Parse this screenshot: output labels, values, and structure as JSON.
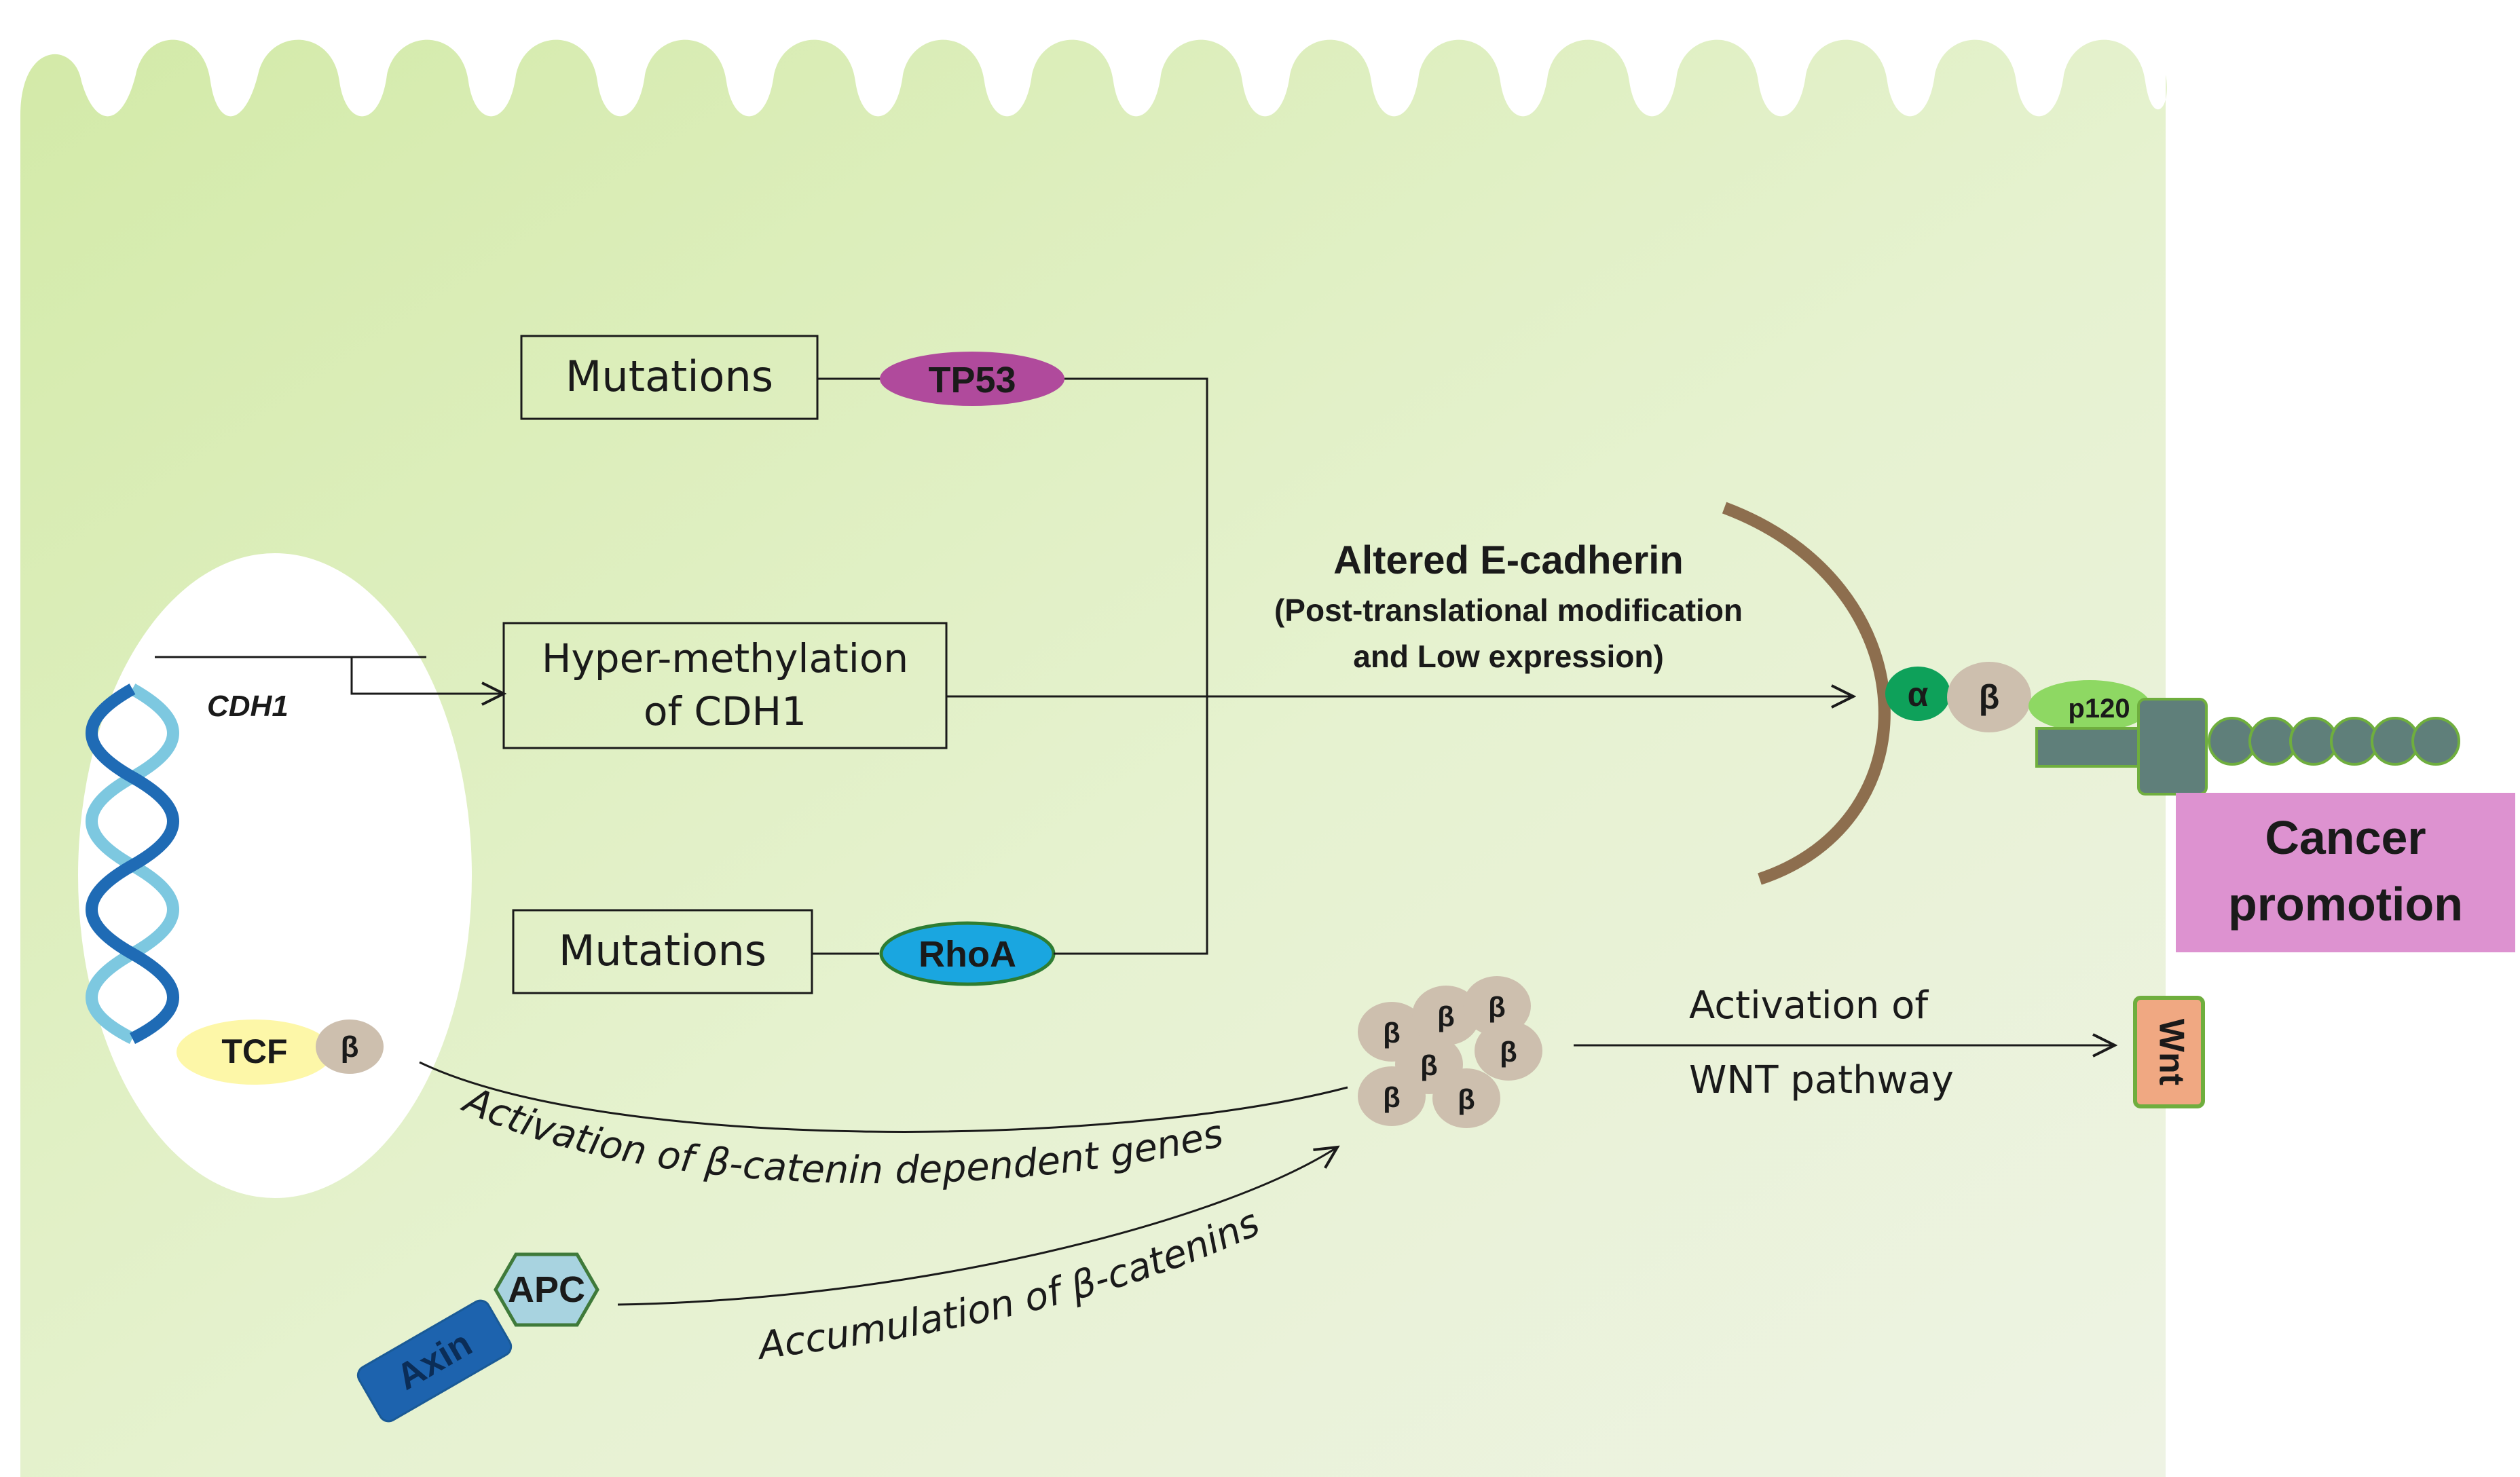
{
  "boxes": {
    "mutations_tp53": "Mutations",
    "hypermethylation_line1": "Hyper-methylation",
    "hypermethylation_line2": "of CDH1",
    "mutations_rhoa": "Mutations"
  },
  "proteins": {
    "tp53": "TP53",
    "rhoa": "RhoA",
    "tcf": "TCF",
    "beta": "β",
    "alpha": "α",
    "p120": "p120",
    "apc": "APC",
    "axin": "Axin",
    "wnt": "Wnt"
  },
  "gene": {
    "cdh1": "CDH1"
  },
  "labels": {
    "altered_title": "Altered E-cadherin",
    "altered_sub1": "(Post-translational modification",
    "altered_sub2": "and Low expression)",
    "activation_wnt_line1": "Activation of",
    "activation_wnt_line2": "WNT pathway",
    "activation_genes": "Activation of β-catenin dependent genes",
    "accumulation": "Accumulation of β-catenins",
    "cancer_line1": "Cancer",
    "cancer_line2": "promotion"
  },
  "colors": {
    "cell_light": "#e8f3d4",
    "cell_mid": "#d6ecb0",
    "tp53": "#b04a9c",
    "rhoa": "#1aa6e0",
    "tcf": "#fdf7a8",
    "beta": "#cdbfae",
    "alpha": "#0ea15a",
    "p120": "#8ed863",
    "apc": "#a8d3e0",
    "axin": "#1d63ae",
    "wnt": "#f0a882",
    "cancer": "#dd92d0",
    "membrane_arc": "#8d6e4e",
    "cadherin": "#5f7f7a"
  }
}
